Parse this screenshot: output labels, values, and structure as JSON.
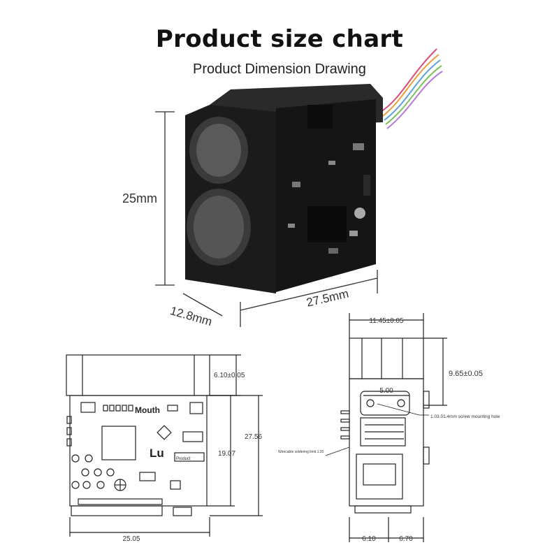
{
  "header": {
    "title": "Product size chart",
    "subtitle": "Product Dimension Drawing"
  },
  "photo": {
    "height_label": "25mm",
    "depth_label": "12.8mm",
    "width_label": "27.5mm"
  },
  "front_drawing": {
    "top_offset": "6.10±0.05",
    "height_total": "27.56",
    "height_board": "19.07",
    "width_total": "25.05",
    "silk_mouth": "Mouth",
    "silk_lu": "Lu",
    "silk_product": "Product"
  },
  "side_drawing": {
    "width_top": "11.45±0.05",
    "height_top": "9.65±0.05",
    "hole_spacing": "5.00",
    "hole_note": "1.03.01.4mm screw mounting hole",
    "left_note": "Wirecable soldering limit 1.20",
    "bottom_left": "6.10",
    "bottom_right": "6.70"
  },
  "colors": {
    "module_body": "#1b1b1b",
    "pcb": "#151515",
    "wires": [
      "#d94b7a",
      "#e3a03a",
      "#5aa0d8",
      "#7ac25a",
      "#b47ad6",
      "#e0e0e0"
    ]
  }
}
